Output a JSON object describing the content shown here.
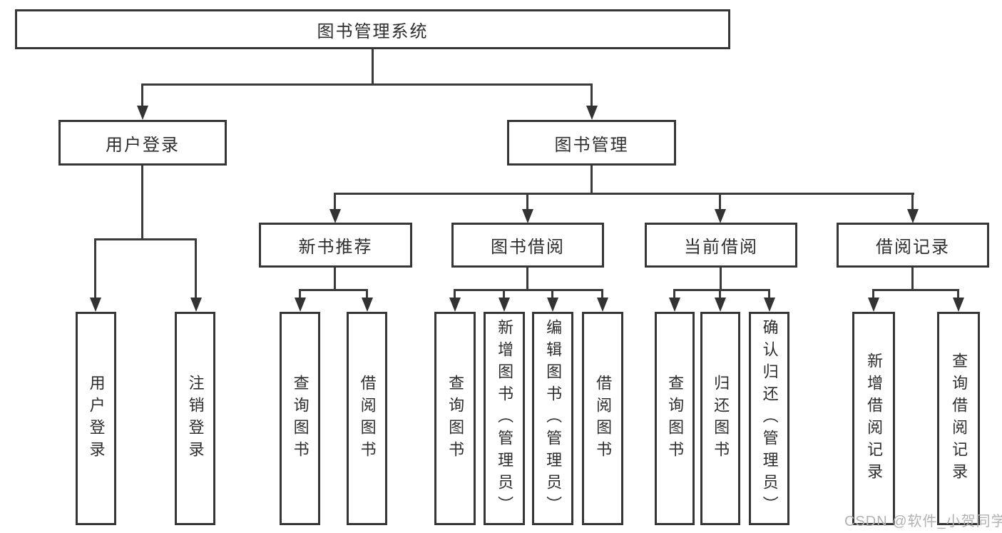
{
  "diagram": {
    "title": "图书管理系统",
    "nodes": {
      "root": {
        "label": "图书管理系统"
      },
      "userLogin": {
        "label": "用户登录"
      },
      "bookMgmt": {
        "label": "图书管理"
      },
      "newBookRec": {
        "label": "新书推荐"
      },
      "bookBorrow": {
        "label": "图书借阅"
      },
      "currentBorrow": {
        "label": "当前借阅"
      },
      "borrowRecords": {
        "label": "借阅记录"
      },
      "leafUserLogin": {
        "label": "用户登录"
      },
      "leafLogout": {
        "label": "注销登录"
      },
      "leafRecQuery": {
        "label": "查询图书"
      },
      "leafRecBorrow": {
        "label": "借阅图书"
      },
      "leafBbQuery": {
        "label": "查询图书"
      },
      "leafBbAdd": {
        "label": "新增图书（管理员）"
      },
      "leafBbEdit": {
        "label": "编辑图书（管理员）"
      },
      "leafBbBorrow": {
        "label": "借阅图书"
      },
      "leafCbQuery": {
        "label": "查询图书"
      },
      "leafCbReturn": {
        "label": "归还图书"
      },
      "leafCbConfirm": {
        "label": "确认归还（管理员）"
      },
      "leafBrAdd": {
        "label": "新增借阅记录"
      },
      "leafBrQuery": {
        "label": "查询借阅记录"
      }
    },
    "hierarchy": {
      "图书管理系统": [
        "用户登录",
        "图书管理"
      ],
      "用户登录": [
        "用户登录",
        "注销登录"
      ],
      "图书管理": [
        "新书推荐",
        "图书借阅",
        "当前借阅",
        "借阅记录"
      ],
      "新书推荐": [
        "查询图书",
        "借阅图书"
      ],
      "图书借阅": [
        "查询图书",
        "新增图书（管理员）",
        "编辑图书（管理员）",
        "借阅图书"
      ],
      "当前借阅": [
        "查询图书",
        "归还图书",
        "确认归还（管理员）"
      ],
      "借阅记录": [
        "新增借阅记录",
        "查询借阅记录"
      ]
    },
    "colors": {
      "line": "#3a3a3a",
      "border": "#363636",
      "text": "#2d2d2d",
      "background": "#ffffff",
      "watermark": "#b2b2b2"
    }
  },
  "watermark": {
    "text": "CSDN @软件_小贺同学"
  }
}
